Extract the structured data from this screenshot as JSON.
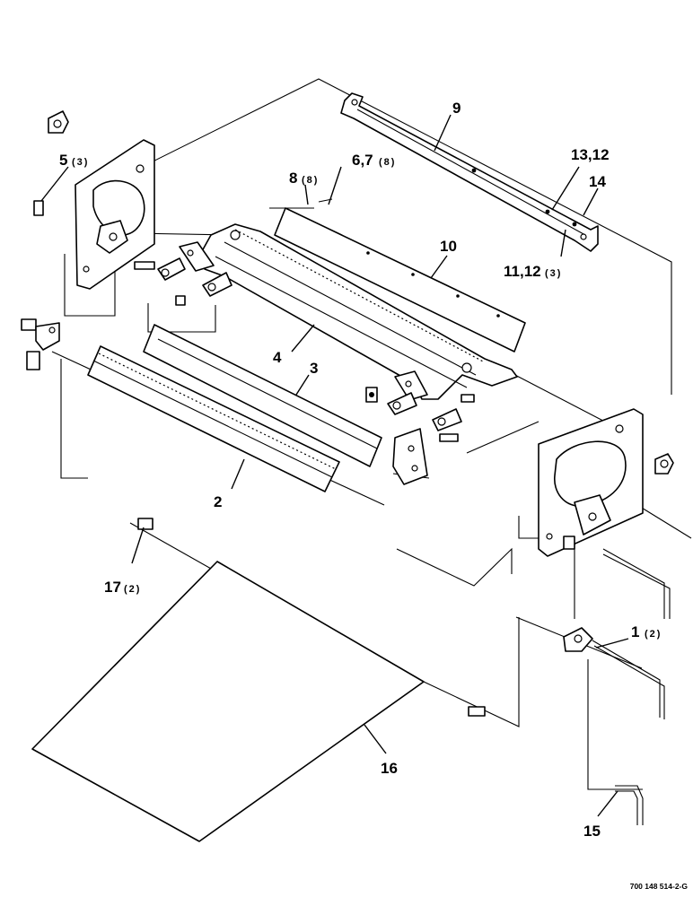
{
  "callouts": [
    {
      "id": "1",
      "label": "1",
      "qty": "(2)"
    },
    {
      "id": "2",
      "label": "2",
      "qty": ""
    },
    {
      "id": "3",
      "label": "3",
      "qty": ""
    },
    {
      "id": "4",
      "label": "4",
      "qty": ""
    },
    {
      "id": "5",
      "label": "5",
      "qty": "(3)"
    },
    {
      "id": "6-7",
      "label": "6,7",
      "qty": "(8)"
    },
    {
      "id": "8",
      "label": "8",
      "qty": "(8)"
    },
    {
      "id": "9",
      "label": "9",
      "qty": ""
    },
    {
      "id": "10",
      "label": "10",
      "qty": ""
    },
    {
      "id": "11-12",
      "label": "11,12",
      "qty": "(3)"
    },
    {
      "id": "13-12",
      "label": "13,12",
      "qty": ""
    },
    {
      "id": "14",
      "label": "14",
      "qty": ""
    },
    {
      "id": "15",
      "label": "15",
      "qty": ""
    },
    {
      "id": "16",
      "label": "16",
      "qty": ""
    },
    {
      "id": "17",
      "label": "17",
      "qty": "(2)"
    }
  ],
  "document_number": "700 148 514-2-G"
}
